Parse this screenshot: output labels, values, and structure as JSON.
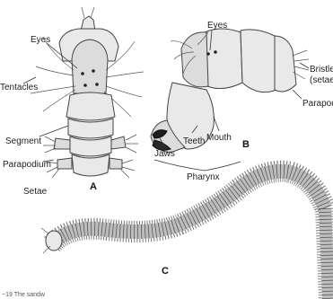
{
  "figure": {
    "panel_a": {
      "letter": "A",
      "labels": {
        "eyes": "Eyes",
        "tentacles": "Tentacles",
        "segment": "Segment",
        "parapodium": "Parapodium",
        "setae": "Setae"
      }
    },
    "panel_b": {
      "letter": "B",
      "labels": {
        "eyes": "Eyes",
        "bristles_1": "Bristles",
        "bristles_2": "(setae)",
        "parapodium": "Parapodiu",
        "jaws": "Jaws",
        "teeth": "Teeth",
        "mouth": "Mouth",
        "pharynx": "Pharynx"
      }
    },
    "panel_c": {
      "letter": "C"
    },
    "caption_fragment": "~19  The sandw"
  }
}
